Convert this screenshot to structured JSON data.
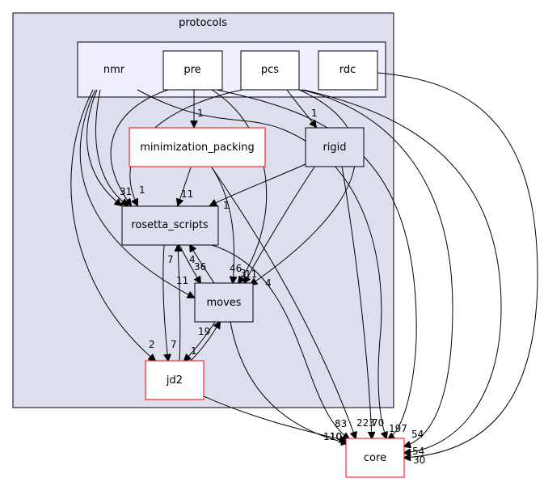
{
  "graph": {
    "cluster_outer": {
      "label": "protocols",
      "fill": "#dddeee",
      "stroke": "#000000"
    },
    "cluster_inner": {
      "label": "nmr",
      "fill": "#eeeeff",
      "stroke": "#000000"
    },
    "nodes": {
      "pre": {
        "label": "pre",
        "fill": "#ffffff",
        "stroke": "#000000"
      },
      "pcs": {
        "label": "pcs",
        "fill": "#ffffff",
        "stroke": "#000000"
      },
      "rdc": {
        "label": "rdc",
        "fill": "#ffffff",
        "stroke": "#000000"
      },
      "minimization_packing": {
        "label": "minimization_packing",
        "fill": "#ffffff",
        "stroke": "#ff0000"
      },
      "rigid": {
        "label": "rigid",
        "fill": "#dddeee",
        "stroke": "#000000"
      },
      "rosetta_scripts": {
        "label": "rosetta_scripts",
        "fill": "#dddeee",
        "stroke": "#000000"
      },
      "moves": {
        "label": "moves",
        "fill": "#dddeee",
        "stroke": "#000000"
      },
      "jd2": {
        "label": "jd2",
        "fill": "#ffffff",
        "stroke": "#ff0000"
      },
      "core": {
        "label": "core",
        "fill": "#ffffff",
        "stroke": "#ff0000"
      }
    },
    "edge_labels": {
      "pre_minpack": "1",
      "pcs_rigid": "1",
      "rs_31": "31",
      "rs_1": "1",
      "minpack_rs": "11",
      "rigid_rs": "1",
      "moves_rs": "4",
      "rs_moves": "36",
      "rs_jd2_7": "7",
      "jd2_rs": "7",
      "nmr_moves": "11",
      "m_46": "46",
      "m_3": "3",
      "m_11": "11",
      "m_4": "4",
      "nmr_jd2": "2",
      "moves_jd2": "1",
      "jd2_moves": "19",
      "c_83": "83",
      "c_223": "223",
      "c_70": "70",
      "c_197": "197",
      "c_54a": "54",
      "c_54b": "54",
      "c_30": "30",
      "c_110": "110",
      "c_10": "10"
    }
  }
}
